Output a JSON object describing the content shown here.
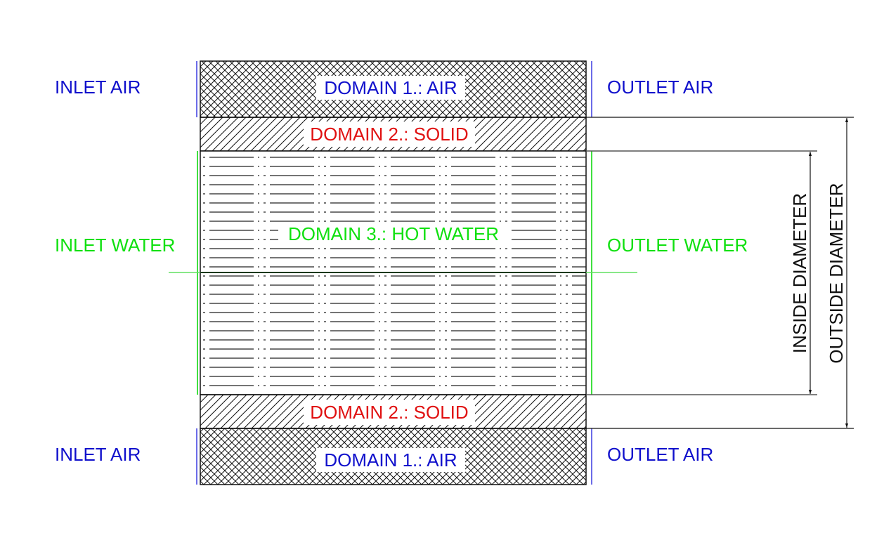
{
  "title": "Heat exchanger pipe cross-section domains",
  "colors": {
    "air": "#1010cc",
    "solid": "#e01010",
    "water": "#10e010",
    "lines": "#111111"
  },
  "domains": {
    "air_top": "DOMAIN 1.: AIR",
    "solid_top": "DOMAIN 2.: SOLID",
    "water": "DOMAIN 3.: HOT WATER",
    "solid_bottom": "DOMAIN 2.: SOLID",
    "air_bottom": "DOMAIN 1.: AIR"
  },
  "flow_labels": {
    "inlet_air_top": "INLET AIR",
    "outlet_air_top": "OUTLET AIR",
    "inlet_water": "INLET WATER",
    "outlet_water": "OUTLET WATER",
    "inlet_air_bottom": "INLET AIR",
    "outlet_air_bottom": "OUTLET AIR"
  },
  "dimensions": {
    "inside": "INSIDE DIAMETER",
    "outside": "OUTSIDE DIAMETER"
  }
}
